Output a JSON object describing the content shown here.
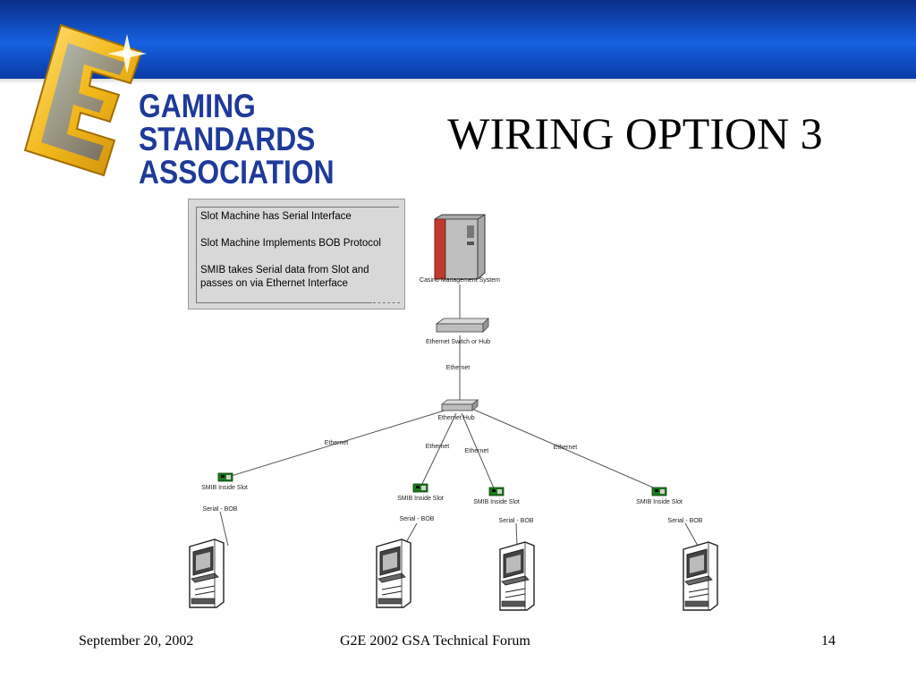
{
  "header": {
    "logo_lines": [
      "GAMING",
      "STANDARDS",
      "ASSOCIATION"
    ],
    "title": "WIRING OPTION 3"
  },
  "notes": [
    "Slot Machine has Serial Interface",
    "Slot Machine Implements BOB Protocol",
    "SMIB takes Serial data from Slot and",
    "passes on via Ethernet Interface"
  ],
  "diagram": {
    "server_label": "Casino Management System",
    "switch_label": "Ethernet Switch or Hub",
    "uplink_label": "Ethernet",
    "hub_label": "Ethernet Hub",
    "branch_labels": [
      "Ethernet",
      "Ethernet",
      "Ethernet",
      "Ethernet"
    ],
    "smib_labels": [
      "SMIB Inside Slot",
      "SMIB Inside Slot",
      "SMIB Inside Slot",
      "SMIB Inside Slot"
    ],
    "serial_labels": [
      "Serial - BOB",
      "Serial - BOB",
      "Serial - BOB",
      "Serial - BOB"
    ]
  },
  "footer": {
    "date": "September 20, 2002",
    "event": "G2E 2002 GSA Technical Forum",
    "page": "14"
  },
  "colors": {
    "header_blue": "#1660e0",
    "logo_gold": "#f2b81c",
    "logo_text": "#1f3a9a",
    "server_red": "#c0392b"
  }
}
